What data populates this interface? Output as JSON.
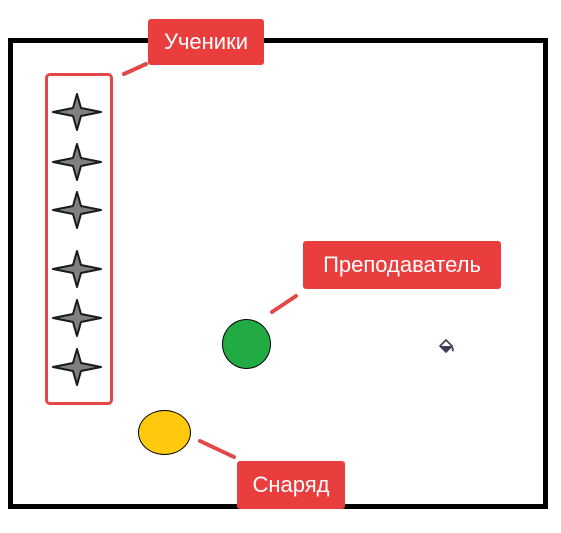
{
  "labels": {
    "students": "Ученики",
    "teacher": "Преподаватель",
    "projectile": "Снаряд"
  },
  "students": {
    "count": 6,
    "icon": "four-point-star-sprite-icon",
    "fill_color": "#808080",
    "outline_color": "#1a1a1a"
  },
  "teacher": {
    "color": "#22aa44"
  },
  "projectile": {
    "color": "#ffc90e"
  },
  "colors": {
    "callout_bg": "#ea3e3e",
    "callout_text": "#ffffff",
    "highlight_frame": "#e24848",
    "stage_border": "#000000"
  },
  "cursor_icon": "paint-bucket-icon"
}
